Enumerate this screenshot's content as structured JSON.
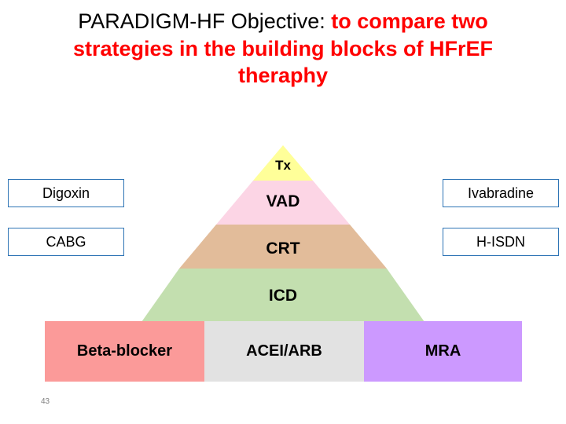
{
  "slide": {
    "title": {
      "line1_plain": "PARADIGM-HF Objective: ",
      "line1_highlight": "to compare two",
      "line2": "strategies in the building blocks of HFrEF",
      "line3": "theraphy"
    },
    "page_number": "43"
  },
  "pyramid": {
    "levels": [
      {
        "label": "Tx",
        "color": "#FFFF99"
      },
      {
        "label": "VAD",
        "color": "#FCD5E5"
      },
      {
        "label": "CRT",
        "color": "#E2BC9A"
      },
      {
        "label": "ICD",
        "color": "#C3DFAF"
      }
    ]
  },
  "side_boxes": {
    "left": [
      {
        "label": "Digoxin"
      },
      {
        "label": "CABG"
      }
    ],
    "right": [
      {
        "label": "Ivabradine"
      },
      {
        "label": "H-ISDN"
      }
    ]
  },
  "foundation": [
    {
      "label": "Beta-blocker",
      "color": "#FB9A99"
    },
    {
      "label": "ACEI/ARB",
      "color": "#E2E2E2"
    },
    {
      "label": "MRA",
      "color": "#CC99FF"
    }
  ]
}
